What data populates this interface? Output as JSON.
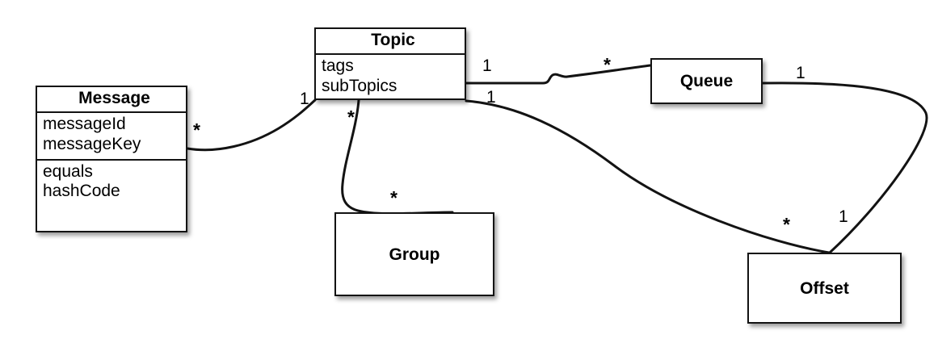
{
  "diagram": {
    "type": "uml-class-diagram",
    "background_color": "#ffffff",
    "line_color": "#131313",
    "text_color": "#000000"
  },
  "classes": [
    {
      "id": "message",
      "name": "Message",
      "attributes": [
        "messageId",
        "messageKey"
      ],
      "methods": [
        "equals",
        "hashCode"
      ]
    },
    {
      "id": "topic",
      "name": "Topic",
      "attributes": [
        "tags",
        "subTopics"
      ],
      "methods": []
    },
    {
      "id": "queue",
      "name": "Queue",
      "attributes": [],
      "methods": []
    },
    {
      "id": "group",
      "name": "Group",
      "attributes": [],
      "methods": []
    },
    {
      "id": "offset",
      "name": "Offset",
      "attributes": [],
      "methods": []
    }
  ],
  "associations": [
    {
      "id": "message-topic",
      "from": "Message",
      "to": "Topic",
      "from_multiplicity": "*",
      "to_multiplicity": "1"
    },
    {
      "id": "topic-queue",
      "from": "Topic",
      "to": "Queue",
      "from_multiplicity": "1",
      "to_multiplicity": "*"
    },
    {
      "id": "topic-group",
      "from": "Topic",
      "to": "Group",
      "from_multiplicity": "*",
      "to_multiplicity": "*"
    },
    {
      "id": "topic-offset",
      "from": "Topic",
      "to": "Offset",
      "from_multiplicity": "1",
      "to_multiplicity": "*"
    },
    {
      "id": "queue-offset",
      "from": "Queue",
      "to": "Offset",
      "from_multiplicity": "1",
      "to_multiplicity": "1"
    }
  ],
  "multiplicity_labels": {
    "message_star": "*",
    "topic_from_message": "1",
    "topic_to_queue": "1",
    "queue_from_topic": "*",
    "topic_to_group": "*",
    "group_from_topic": "*",
    "topic_to_offset": "1",
    "offset_from_topic": "*",
    "queue_to_offset": "1",
    "offset_from_queue": "1"
  }
}
